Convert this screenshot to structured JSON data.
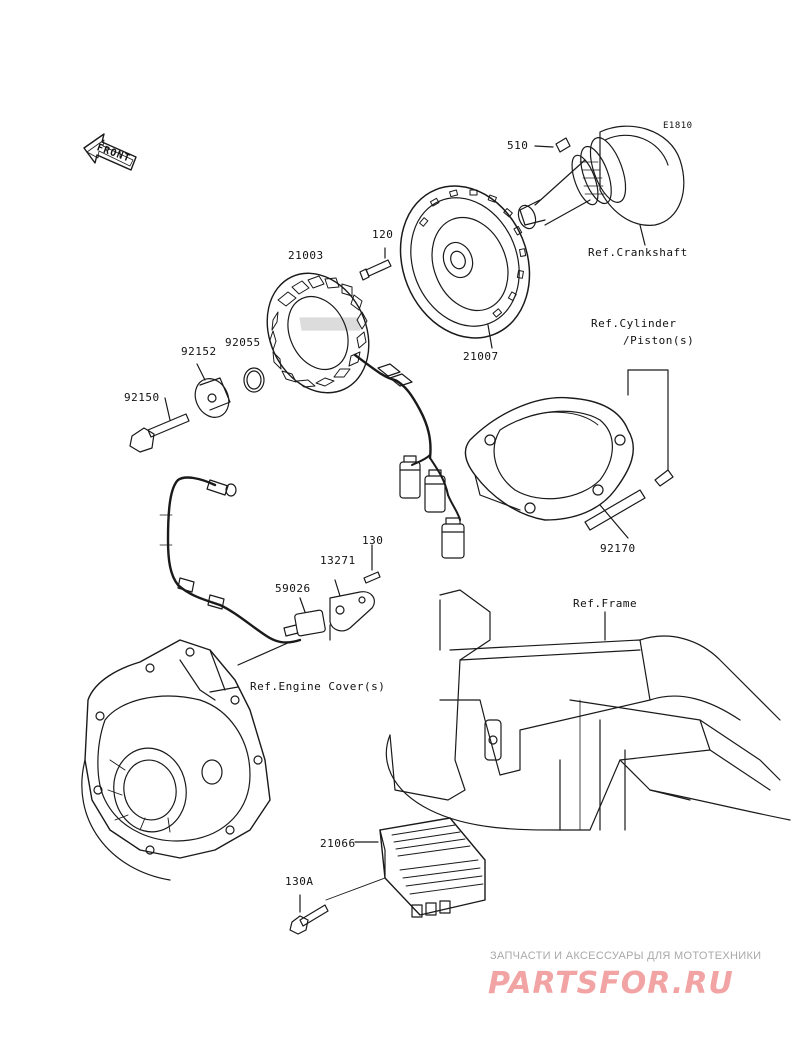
{
  "diagram_code": "E1810",
  "front_label": "FRONT",
  "parts": [
    {
      "id": "p510",
      "label": "510"
    },
    {
      "id": "p120",
      "label": "120"
    },
    {
      "id": "p21003",
      "label": "21003"
    },
    {
      "id": "p92152",
      "label": "92152"
    },
    {
      "id": "p92055",
      "label": "92055"
    },
    {
      "id": "p92150",
      "label": "92150"
    },
    {
      "id": "p21007",
      "label": "21007"
    },
    {
      "id": "p92170",
      "label": "92170"
    },
    {
      "id": "p130",
      "label": "130"
    },
    {
      "id": "p13271",
      "label": "13271"
    },
    {
      "id": "p59026",
      "label": "59026"
    },
    {
      "id": "p21066",
      "label": "21066"
    },
    {
      "id": "p130A",
      "label": "130A"
    }
  ],
  "references": {
    "crankshaft": "Ref.Crankshaft",
    "cylinder_line1": "Ref.Cylinder",
    "cylinder_line2": "/Piston(s)",
    "frame": "Ref.Frame",
    "engine_cover": "Ref.Engine Cover(s)"
  },
  "watermark": {
    "caption": "ЗАПЧАСТИ И АКСЕССУАРЫ ДЛЯ МОТОТЕХНИКИ",
    "logo": "PARTSFOR.RU",
    "logo_color": "#f2a3a3"
  },
  "colors": {
    "line": "#1a1a1a",
    "background": "#ffffff"
  }
}
